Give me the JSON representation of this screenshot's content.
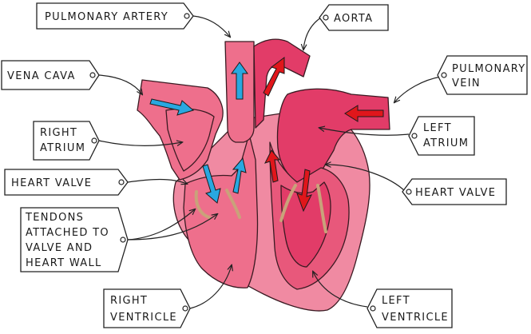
{
  "labels": {
    "pulmonary_artery": "PULMONARY ARTERY",
    "aorta": "AORTA",
    "vena_cava": "VENA CAVA",
    "pulmonary_vein": [
      "PULMONARY",
      "VEIN"
    ],
    "right_atrium": [
      "RIGHT",
      "ATRIUM"
    ],
    "left_atrium": [
      "LEFT",
      "ATRIUM"
    ],
    "heart_valve_left_tag": "HEART VALVE",
    "heart_valve_right_tag": "HEART VALVE",
    "tendons": [
      "TENDONS",
      "ATTACHED TO",
      "VALVE AND",
      "HEART WALL"
    ],
    "right_ventricle": [
      "RIGHT",
      "VENTRICLE"
    ],
    "left_ventricle": [
      "LEFT",
      "VENTRICLE"
    ]
  },
  "colors": {
    "outer_wall": "#f08aa2",
    "right_side": "#ee6f8c",
    "left_side": "#e23c68",
    "left_wall": "#e8587b",
    "tendon": "#c9a27a",
    "oxygen_poor_arrow": "#29a8e0",
    "oxygen_rich_arrow": "#e0161b"
  }
}
